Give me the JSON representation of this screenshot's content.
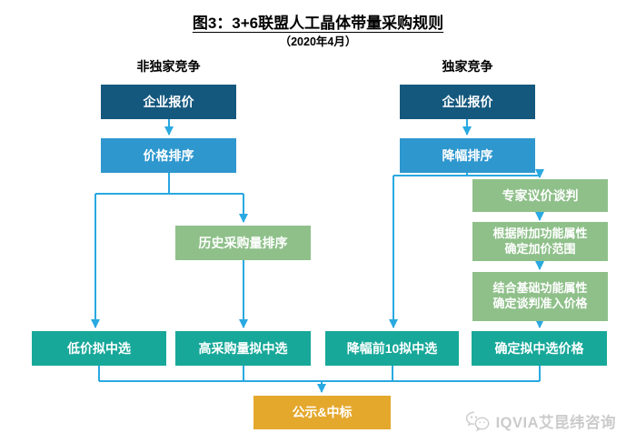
{
  "title": "图3：3+6联盟人工晶体带量采购规则",
  "subtitle": "（2020年4月）",
  "columns": {
    "left_header": "非独家竞争",
    "right_header": "独家竞争"
  },
  "nodes": {
    "l1": "企业报价",
    "l2": "价格排序",
    "l3": "历史采购量排序",
    "l4": "低价拟中选",
    "l5": "高采购量拟中选",
    "r1": "企业报价",
    "r2": "降幅排序",
    "r3": "专家议价谈判",
    "r4": "根据附加功能属性\n确定加价范围",
    "r5": "结合基础功能属性\n确定谈判准入价格",
    "r6": "降幅前10拟中选",
    "r7": "确定拟中选价格",
    "final": "公示&中标"
  },
  "edges": [
    [
      "l1",
      "l2"
    ],
    [
      "l2",
      "l4"
    ],
    [
      "l2",
      "l3"
    ],
    [
      "l3",
      "l5"
    ],
    [
      "r1",
      "r2"
    ],
    [
      "r2",
      "r6"
    ],
    [
      "r2",
      "r3"
    ],
    [
      "r3",
      "r4"
    ],
    [
      "r4",
      "r5"
    ],
    [
      "r5",
      "r7"
    ],
    [
      "l4",
      "final"
    ],
    [
      "l5",
      "final"
    ],
    [
      "r6",
      "final"
    ],
    [
      "r7",
      "final"
    ]
  ],
  "footer": {
    "logo_text": "IQVIA艾昆纬咨询",
    "logo_icon": "wechat-icon"
  },
  "colors": {
    "dark_blue": "#15587E",
    "light_blue": "#2E97CE",
    "green": "#8FC08A",
    "teal": "#18A89A",
    "gold": "#E4A82D",
    "arrow": "#29A9E1",
    "logo_gray": "#CBCBCB"
  }
}
